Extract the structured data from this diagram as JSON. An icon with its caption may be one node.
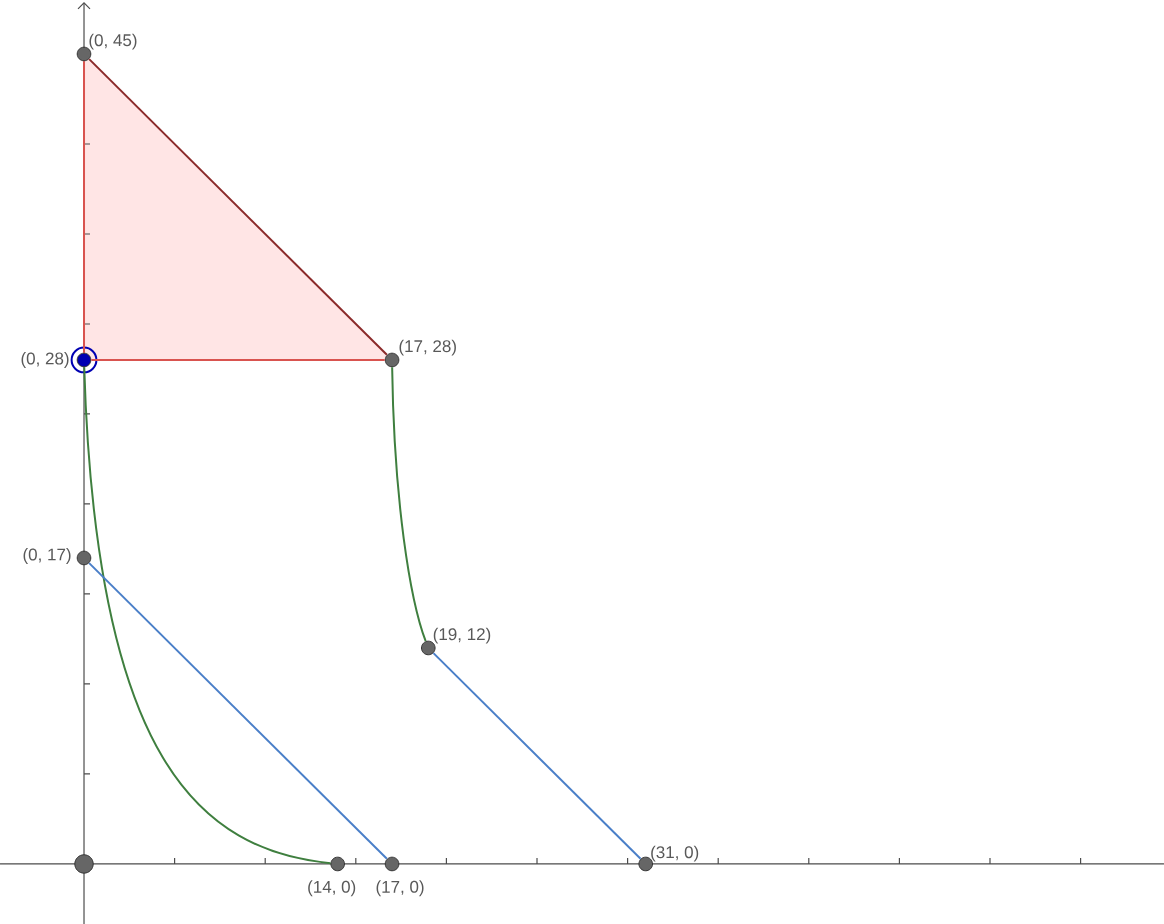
{
  "diagram": {
    "nodes": [
      {
        "text": [],
        "shape": "circle",
        "beside": [
          "(0, 45)"
        ]
      },
      {
        "text": [],
        "shape": "circle",
        "beside": [
          "(0, 28)"
        ]
      },
      {
        "text": [],
        "shape": "circle",
        "beside": [
          "(17, 28)"
        ]
      },
      {
        "text": [],
        "shape": "circle",
        "beside": [
          "(0, 17)"
        ]
      },
      {
        "text": [],
        "shape": "circle",
        "beside": [
          "(19, 12)"
        ]
      },
      {
        "text": [],
        "shape": "circle"
      },
      {
        "text": [],
        "shape": "circle",
        "beside": [
          "(14, 0)"
        ]
      },
      {
        "text": [],
        "shape": "circle",
        "beside": [
          "(17, 0)"
        ]
      },
      {
        "text": [],
        "shape": "circle",
        "beside": [
          "(31, 0)"
        ]
      }
    ],
    "edges": [
      {
        "from": 0,
        "to": 1,
        "arrow": "none",
        "color": "#d9534f"
      },
      {
        "from": 1,
        "to": 2,
        "arrow": "none",
        "color": "#d9534f"
      },
      {
        "from": 0,
        "to": 2,
        "arrow": "none",
        "color": "#8b2a2a"
      },
      {
        "from": 1,
        "to": 6,
        "arrow": "none",
        "color": "#3f7f3f"
      },
      {
        "from": 2,
        "to": 4,
        "arrow": "none",
        "color": "#3f7f3f"
      },
      {
        "from": 3,
        "to": 7,
        "arrow": "none",
        "color": "#4a7fc8"
      },
      {
        "from": 4,
        "to": 8,
        "arrow": "none",
        "color": "#4a7fc8"
      }
    ]
  }
}
